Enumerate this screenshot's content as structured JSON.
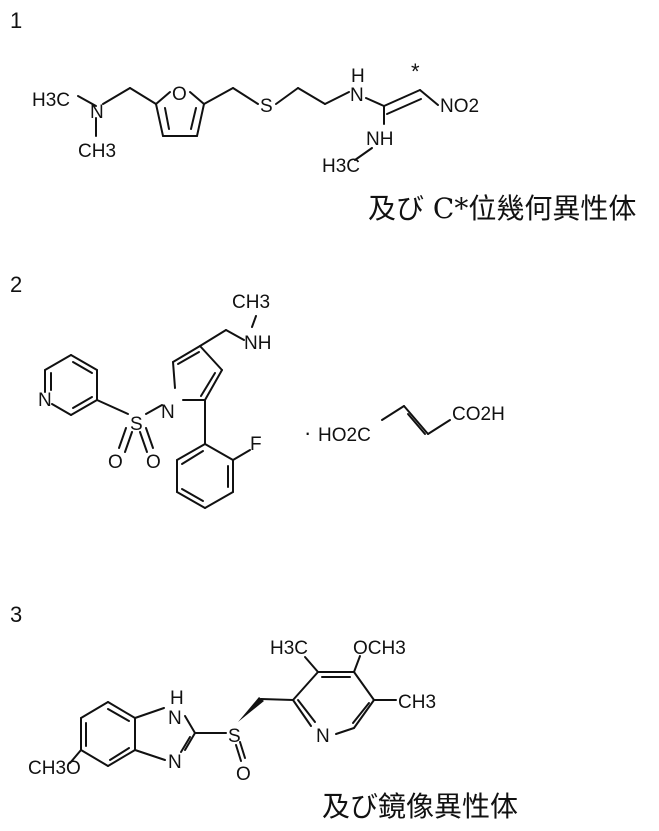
{
  "structures": [
    {
      "number": "1",
      "atoms": [
        "H3C",
        "N",
        "CH3",
        "O",
        "S",
        "H",
        "N",
        "*",
        "NO2",
        "NH",
        "H3C"
      ],
      "note": "及び C*位幾何異性体"
    },
    {
      "number": "2",
      "atoms": [
        "CH3",
        "NH",
        "N",
        "N",
        "S",
        "O",
        "O",
        "F"
      ],
      "salt": {
        "dot": "·",
        "left_group": "HO2C",
        "right_group": "CO2H"
      }
    },
    {
      "number": "3",
      "atoms": [
        "H3C",
        "OCH3",
        "H",
        "N",
        "CH3",
        "S",
        "N",
        "N",
        "CH3O",
        "O"
      ],
      "note": "及び鏡像異性体"
    }
  ]
}
